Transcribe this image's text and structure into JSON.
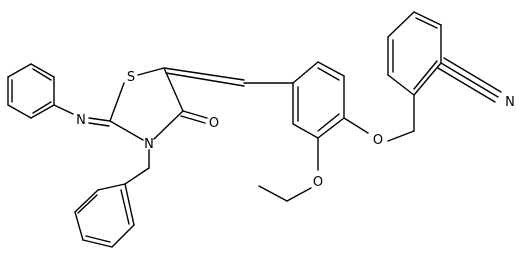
{
  "molecule": {
    "atoms": {
      "sulfur": "S",
      "imine_n": "N",
      "ring_n": "N",
      "carbonyl_o": "O",
      "ethoxy_o": "O",
      "ether_o": "O",
      "nitrile_n": "N"
    }
  }
}
